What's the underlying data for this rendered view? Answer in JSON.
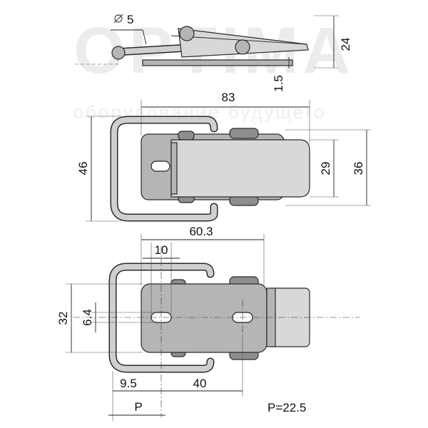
{
  "watermark": {
    "brand": "OPTIMA",
    "tagline": "оборудование будущего"
  },
  "side_view": {
    "diameter_label": "5",
    "height_label": "24",
    "plate_label": "1.5"
  },
  "top_view": {
    "length_label": "83",
    "height_label": "46",
    "body_height_label": "29",
    "overall_height_label": "36"
  },
  "bottom_view": {
    "hole_span_label": "60.3",
    "offset_label": "10",
    "height_label": "32",
    "slot_label": "6.4",
    "left_offset_label": "9.5",
    "hole_spacing_label": "40",
    "pitch_label": "P",
    "pitch_note": "P=22.5"
  }
}
